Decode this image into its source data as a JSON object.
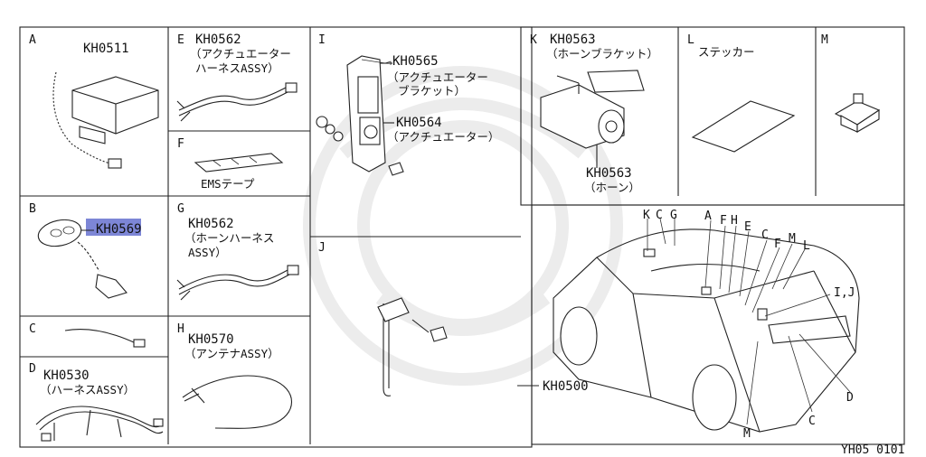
{
  "diagram_id": "YH05  0101",
  "cells": {
    "A": {
      "letter": "A",
      "code": "KH0511"
    },
    "B": {
      "letter": "B",
      "code": "KH0569"
    },
    "C": {
      "letter": "C"
    },
    "D": {
      "letter": "D",
      "code": "KH0530",
      "desc": "（ハーネスASSY）"
    },
    "E": {
      "letter": "E",
      "code": "KH0562",
      "desc1": "（アクチュエーター",
      "desc2": "ハーネスASSY）"
    },
    "F": {
      "letter": "F",
      "desc": "EMSテープ"
    },
    "G": {
      "letter": "G",
      "code": "KH0562",
      "desc1": "（ホーンハーネス",
      "desc2": "ASSY）"
    },
    "H": {
      "letter": "H",
      "code": "KH0570",
      "desc": "（アンテナASSY）"
    },
    "I": {
      "letter": "I",
      "part1_code": "KH0565",
      "part1_desc1": "（アクチュエーター",
      "part1_desc2": "ブラケット）",
      "part2_code": "KH0564",
      "part2_desc": "（アクチュエーター）"
    },
    "J": {
      "letter": "J"
    },
    "K": {
      "letter": "K",
      "part1_code": "KH0563",
      "part1_desc": "（ホーンブラケット）",
      "part2_code": "KH0563",
      "part2_desc": "（ホーン）"
    },
    "L": {
      "letter": "L",
      "desc": "ステッカー"
    },
    "M": {
      "letter": "M"
    }
  },
  "car_view": {
    "callouts_top": [
      "K",
      "C",
      "G",
      "A",
      "F",
      "H",
      "E",
      "C",
      "F",
      "M",
      "L"
    ],
    "callout_right": "I,J",
    "callouts_bottom": [
      "M",
      "C",
      "D"
    ],
    "code": "KH0500"
  },
  "icons": [
    "security-remote-key-icon",
    "control-unit-icon",
    "horn-icon",
    "wire-harness-icon",
    "antenna-icon",
    "bracket-icon",
    "sticker-icon",
    "clip-icon",
    "car-outline-icon"
  ]
}
